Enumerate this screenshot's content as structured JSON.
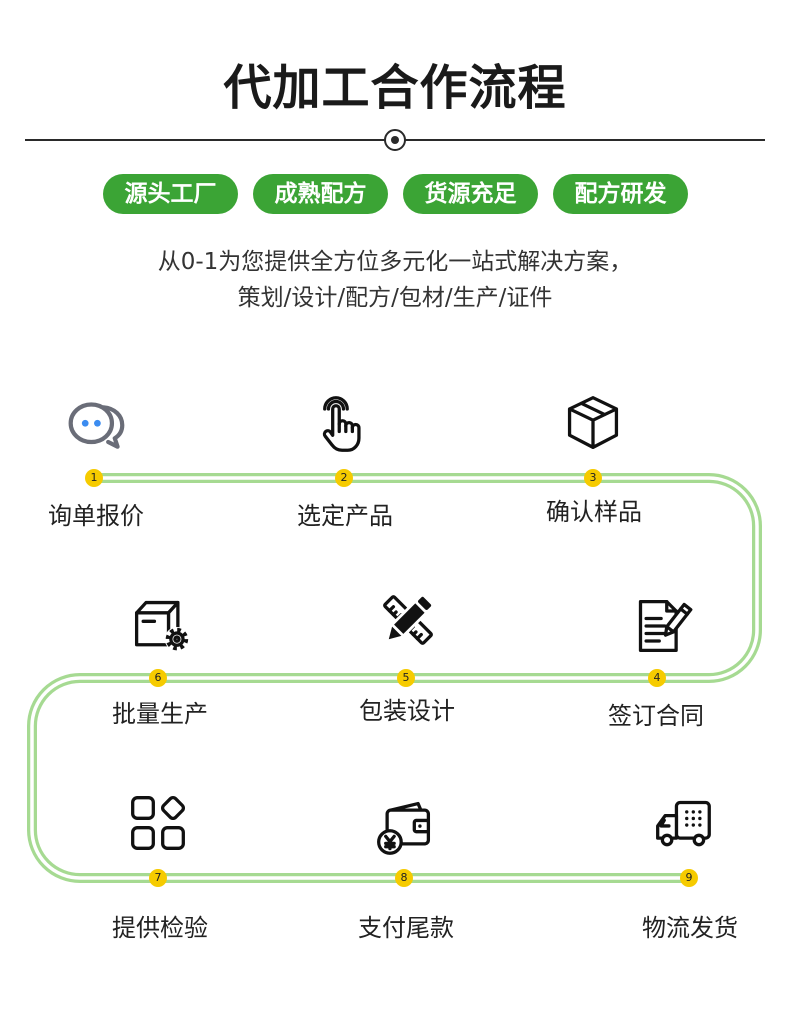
{
  "title": "代加工合作流程",
  "badges": [
    {
      "label": "源头工厂"
    },
    {
      "label": "成熟配方"
    },
    {
      "label": "货源充足"
    },
    {
      "label": "配方研发"
    }
  ],
  "description": {
    "line1": "从0-1为您提供全方位多元化一站式解决方案，",
    "line2": "策划/设计/配方/包材/生产/证件"
  },
  "steps": [
    {
      "number": "1",
      "label": "询单报价",
      "icon": "chat-bubbles-icon"
    },
    {
      "number": "2",
      "label": "选定产品",
      "icon": "hand-tap-icon"
    },
    {
      "number": "3",
      "label": "确认样品",
      "icon": "cube-box-icon"
    },
    {
      "number": "4",
      "label": "签订合同",
      "icon": "contract-document-pen-icon"
    },
    {
      "number": "5",
      "label": "包装设计",
      "icon": "pencil-ruler-icon"
    },
    {
      "number": "6",
      "label": "批量生产",
      "icon": "box-gear-icon"
    },
    {
      "number": "7",
      "label": "提供检验",
      "icon": "grid-diamond-icon"
    },
    {
      "number": "8",
      "label": "支付尾款",
      "icon": "wallet-yen-icon"
    },
    {
      "number": "9",
      "label": "物流发货",
      "icon": "delivery-truck-icon"
    }
  ],
  "colors": {
    "badge_green": "#3ba435",
    "track_green": "#a6da92",
    "marker_yellow": "#f6cb00",
    "icon_dot_blue": "#3b8cf0",
    "text_dark": "#1f1f1f"
  }
}
